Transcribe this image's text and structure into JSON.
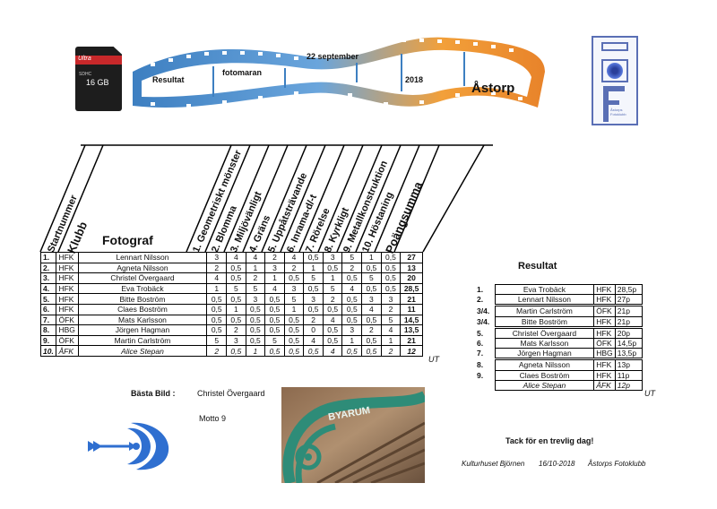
{
  "sdcard": {
    "brand": "Ultra",
    "type": "SDHC",
    "capacity": "16 GB"
  },
  "film": {
    "frames": [
      "Resultat",
      "fotomaran",
      "22 september",
      "2018",
      "Åstorp"
    ]
  },
  "logo_right": {
    "text": "Åstorps Fotoklubb"
  },
  "columns": {
    "startnummer": "Startnummer",
    "klubb": "Klubb",
    "fotograf": "Fotograf",
    "themes": [
      "1. Geometriskt mönster",
      "2. Blomma",
      "3. Miljövänligt",
      "4. Gräns",
      "5. Uppåtsträvande",
      "6. Inrama-d/-t",
      "7. Rörelse",
      "8. Kyrkligt",
      "9. Metallkonstruktion",
      "10. Höstaning",
      "Poängsumma"
    ]
  },
  "rows": [
    {
      "num": "1.",
      "club": "HFK",
      "name": "Lennart Nilsson",
      "scores": [
        "3",
        "4",
        "4",
        "2",
        "4",
        "0,5",
        "3",
        "5",
        "1",
        "0,5"
      ],
      "total": "27"
    },
    {
      "num": "2.",
      "club": "HFK",
      "name": "Agneta Nilsson",
      "scores": [
        "2",
        "0,5",
        "1",
        "3",
        "2",
        "1",
        "0,5",
        "2",
        "0,5",
        "0,5"
      ],
      "total": "13"
    },
    {
      "num": "3.",
      "club": "HFK",
      "name": "Christel Övergaard",
      "scores": [
        "4",
        "0,5",
        "2",
        "1",
        "0,5",
        "5",
        "1",
        "0,5",
        "5",
        "0,5"
      ],
      "total": "20"
    },
    {
      "num": "4.",
      "club": "HFK",
      "name": "Eva Trobäck",
      "scores": [
        "1",
        "5",
        "5",
        "4",
        "3",
        "0,5",
        "5",
        "4",
        "0,5",
        "0,5"
      ],
      "total": "28,5"
    },
    {
      "num": "5.",
      "club": "HFK",
      "name": "Bitte Boström",
      "scores": [
        "0,5",
        "0,5",
        "3",
        "0,5",
        "5",
        "3",
        "2",
        "0,5",
        "3",
        "3"
      ],
      "total": "21"
    },
    {
      "num": "6.",
      "club": "HFK",
      "name": "Claes Boström",
      "scores": [
        "0,5",
        "1",
        "0,5",
        "0,5",
        "1",
        "0,5",
        "0,5",
        "0,5",
        "4",
        "2"
      ],
      "total": "11"
    },
    {
      "num": "7.",
      "club": "ÖFK",
      "name": "Mats Karlsson",
      "scores": [
        "0,5",
        "0,5",
        "0,5",
        "0,5",
        "0,5",
        "2",
        "4",
        "0,5",
        "0,5",
        "5"
      ],
      "total": "14,5"
    },
    {
      "num": "8.",
      "club": "HBG",
      "name": "Jörgen Hagman",
      "scores": [
        "0,5",
        "2",
        "0,5",
        "0,5",
        "0,5",
        "0",
        "0,5",
        "3",
        "2",
        "4"
      ],
      "total": "13,5"
    },
    {
      "num": "9.",
      "club": "ÖFK",
      "name": "Martin Carlström",
      "scores": [
        "5",
        "3",
        "0,5",
        "5",
        "0,5",
        "4",
        "0,5",
        "1",
        "0,5",
        "1"
      ],
      "total": "21"
    },
    {
      "num": "10.",
      "club": "ÅFK",
      "name": "Alice Stepan",
      "scores": [
        "2",
        "0,5",
        "1",
        "0,5",
        "0,5",
        "0,5",
        "4",
        "0,5",
        "0,5",
        "2"
      ],
      "total": "12",
      "italic": true
    }
  ],
  "ut_label": "UT",
  "results": {
    "title": "Resultat",
    "rows": [
      {
        "rank": "1.",
        "name": "Eva Trobäck",
        "club": "HFK",
        "points": "28,5p"
      },
      {
        "rank": "2.",
        "name": "Lennart Nilsson",
        "club": "HFK",
        "points": "27p"
      },
      {
        "rank": "3/4.",
        "name": "Martin Carlström",
        "club": "ÖFK",
        "points": "21p"
      },
      {
        "rank": "3/4.",
        "name": "Bitte Boström",
        "club": "HFK",
        "points": "21p"
      },
      {
        "rank": "5.",
        "name": "Christel Övergaard",
        "club": "HFK",
        "points": "20p"
      },
      {
        "rank": "6.",
        "name": "Mats Karlsson",
        "club": "ÖFK",
        "points": "14,5p"
      },
      {
        "rank": "7.",
        "name": "Jörgen Hagman",
        "club": "HBG",
        "points": "13,5p"
      },
      {
        "rank": "8.",
        "name": "Agneta Nilsson",
        "club": "HFK",
        "points": "13p"
      },
      {
        "rank": "9.",
        "name": "Claes Boström",
        "club": "HFK",
        "points": "11p"
      },
      {
        "rank": "",
        "name": "Alice Stepan",
        "club": "ÅFK",
        "points": "12p",
        "italic": true
      }
    ]
  },
  "best_photo": {
    "label": "Bästa Bild :",
    "name": "Christel Övergaard",
    "motto": "Motto 9",
    "sign_text": "BYARUM"
  },
  "footer": {
    "thanks": "Tack för en trevlig dag!",
    "venue": "Kulturhuset Björnen",
    "date": "16/10-2018",
    "club": "Åstorps Fotoklubb"
  },
  "colors": {
    "film_blue": "#3d7fc1",
    "film_orange": "#e8832a",
    "logo_blue": "#5a6fb5",
    "target_blue": "#2f6fd0",
    "bench_green": "#2e8c78"
  }
}
